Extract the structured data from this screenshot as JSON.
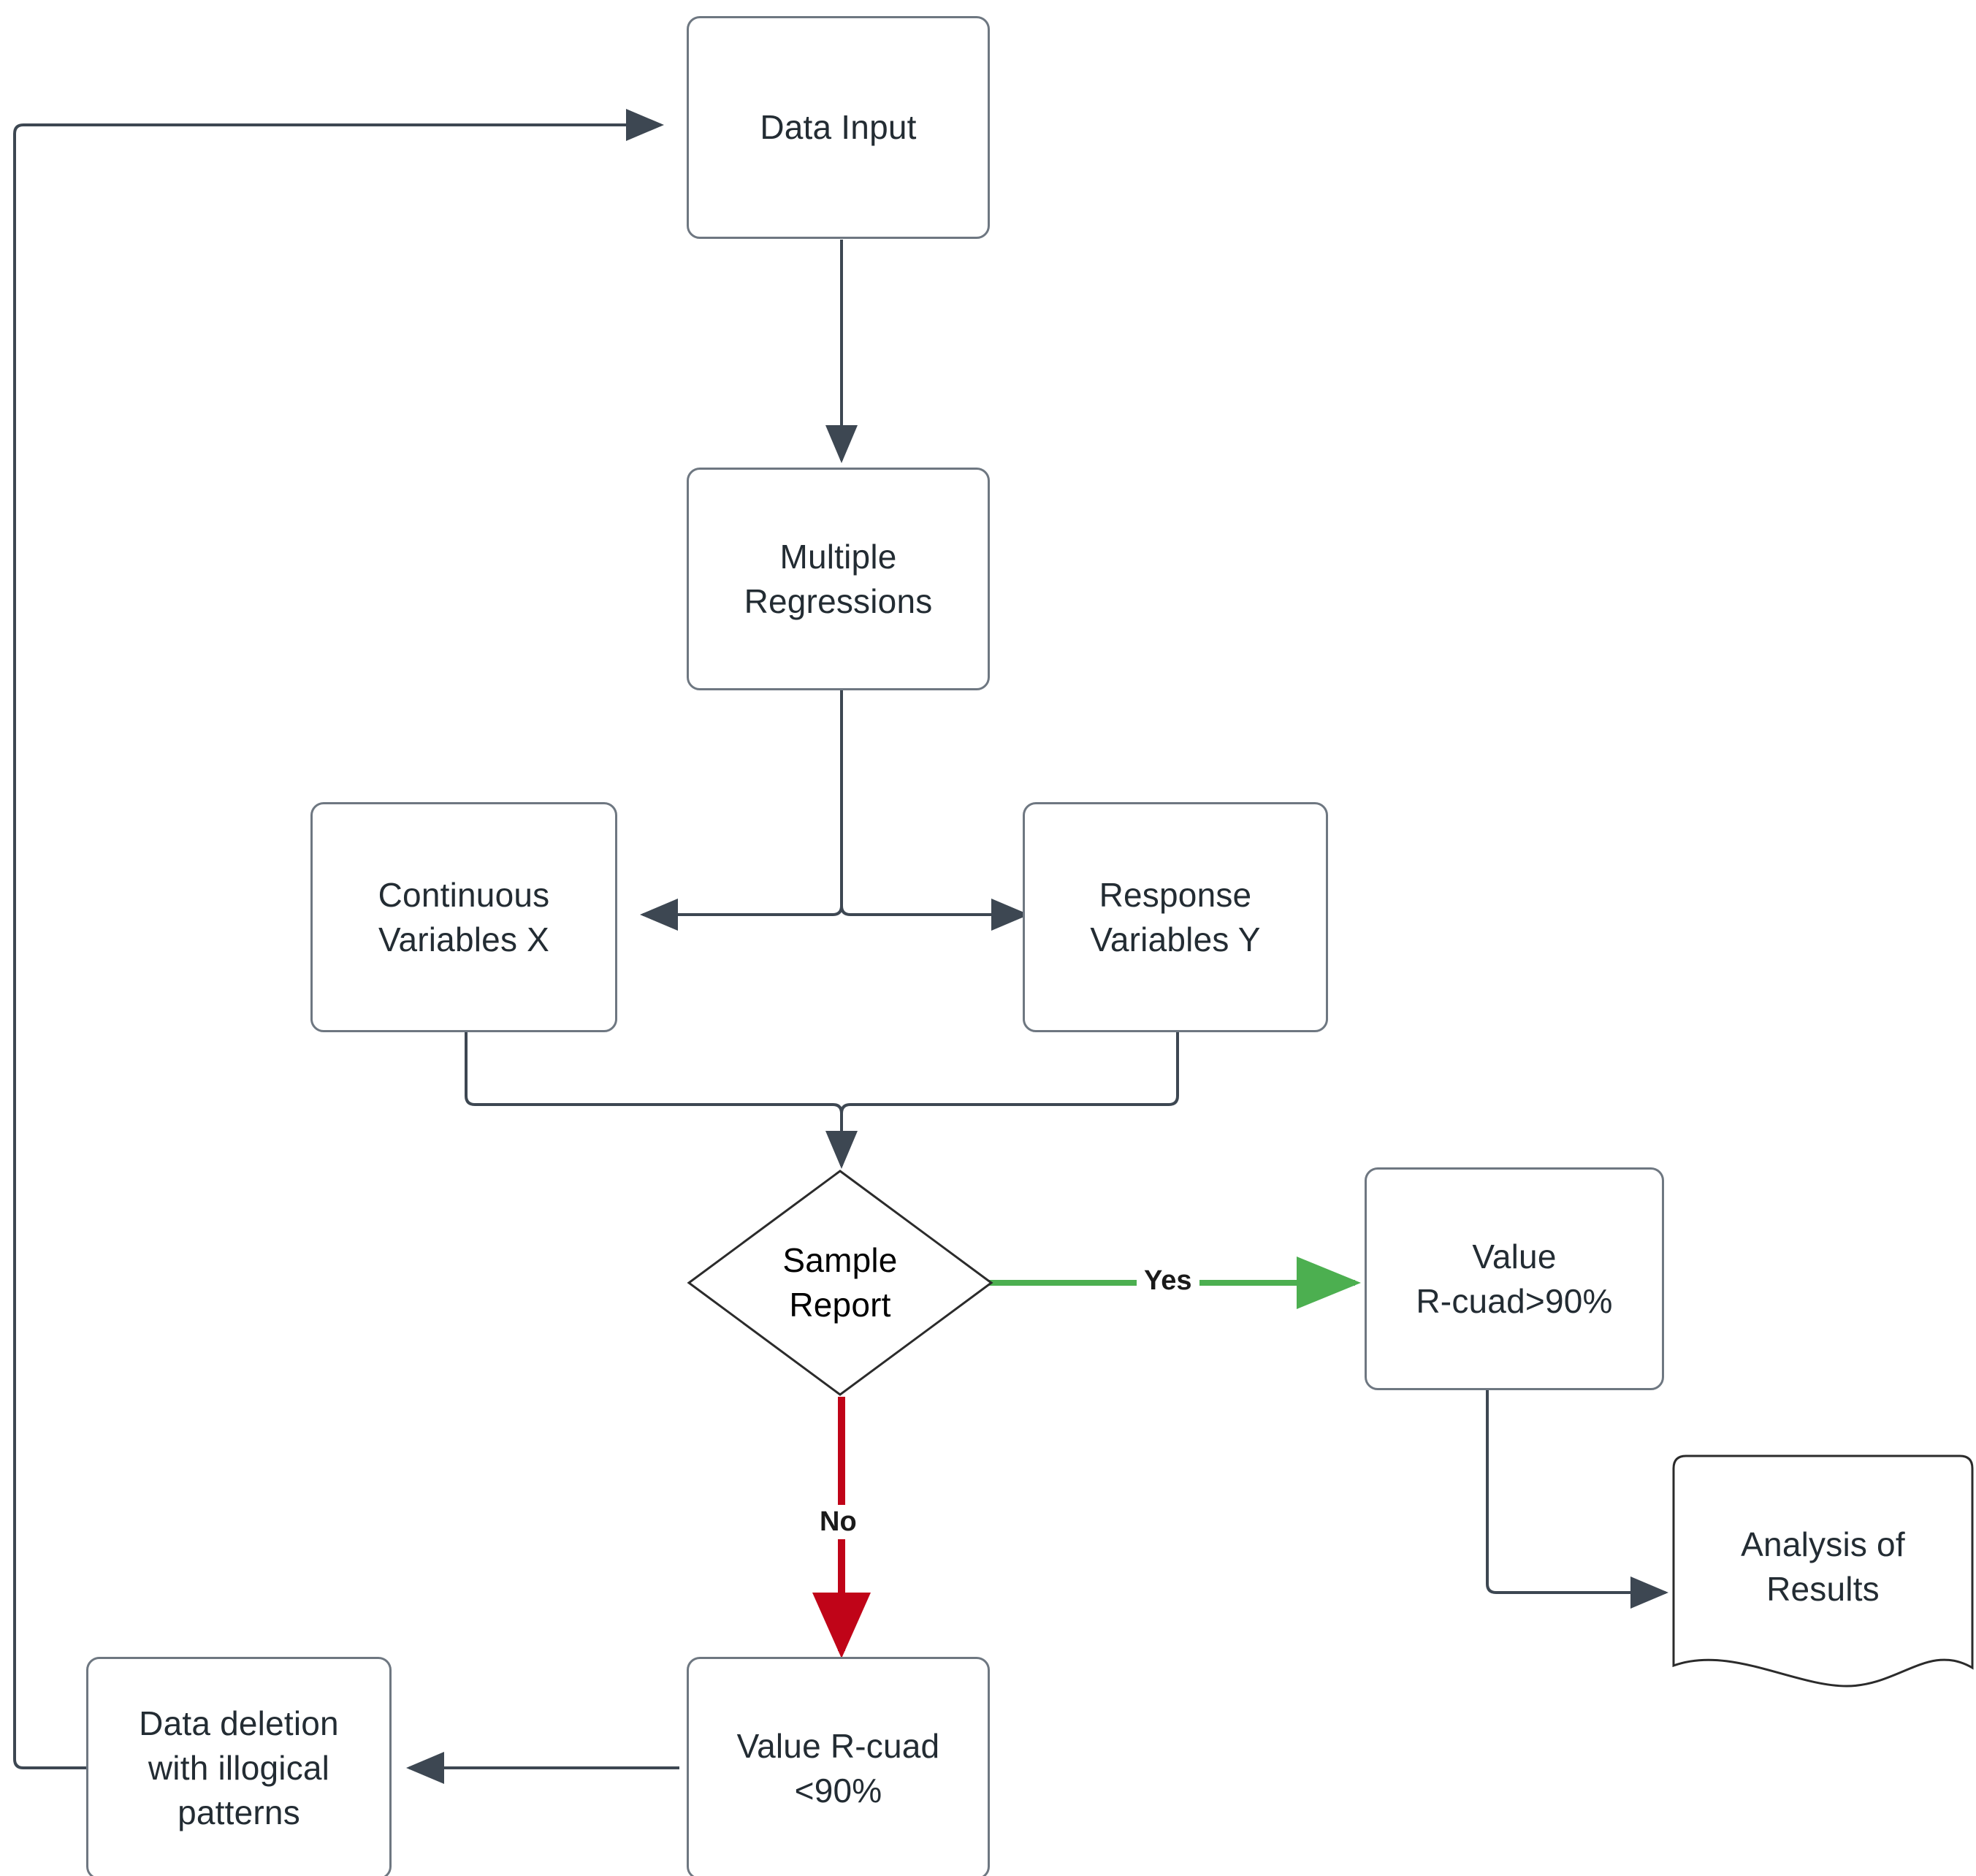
{
  "diagram": {
    "type": "flowchart",
    "title": "",
    "colors": {
      "node_stroke": "#6e7781",
      "node_fill": "#ffffff",
      "text": "#232c33",
      "edge_default": "#3d4752",
      "edge_yes": "#4caf50",
      "edge_no": "#c00418"
    },
    "nodes": [
      {
        "id": "data-input",
        "label": "Data Input",
        "shape": "rounded-rect"
      },
      {
        "id": "multiple-regressions",
        "label": "Multiple\nRegressions",
        "shape": "rounded-rect"
      },
      {
        "id": "continuous-variables-x",
        "label": "Continuous\nVariables X",
        "shape": "rounded-rect"
      },
      {
        "id": "response-variables-y",
        "label": "Response\nVariables Y",
        "shape": "rounded-rect"
      },
      {
        "id": "sample-report",
        "label": "Sample\nReport",
        "shape": "diamond"
      },
      {
        "id": "value-r-cuad-high",
        "label": "Value\nR-cuad>90%",
        "shape": "rounded-rect"
      },
      {
        "id": "analysis-of-results",
        "label": "Analysis of\nResults",
        "shape": "document"
      },
      {
        "id": "value-r-cuad-low",
        "label": "Value R-cuad\n<90%",
        "shape": "rounded-rect"
      },
      {
        "id": "data-deletion",
        "label": "Data deletion\nwith illogical\npatterns",
        "shape": "rounded-rect"
      }
    ],
    "edges": [
      {
        "id": "e-input-regressions",
        "from": "data-input",
        "to": "multiple-regressions",
        "label": "",
        "color": "#3d4752"
      },
      {
        "id": "e-regressions-x",
        "from": "multiple-regressions",
        "to": "continuous-variables-x",
        "label": "",
        "color": "#3d4752"
      },
      {
        "id": "e-regressions-y",
        "from": "multiple-regressions",
        "to": "response-variables-y",
        "label": "",
        "color": "#3d4752"
      },
      {
        "id": "e-x-report",
        "from": "continuous-variables-x",
        "to": "sample-report",
        "label": "",
        "color": "#3d4752"
      },
      {
        "id": "e-y-report",
        "from": "response-variables-y",
        "to": "sample-report",
        "label": "",
        "color": "#3d4752"
      },
      {
        "id": "e-report-yes",
        "from": "sample-report",
        "to": "value-r-cuad-high",
        "label": "Yes",
        "color": "#4caf50"
      },
      {
        "id": "e-report-no",
        "from": "sample-report",
        "to": "value-r-cuad-low",
        "label": "No",
        "color": "#c00418"
      },
      {
        "id": "e-high-analysis",
        "from": "value-r-cuad-high",
        "to": "analysis-of-results",
        "label": "",
        "color": "#3d4752"
      },
      {
        "id": "e-low-deletion",
        "from": "value-r-cuad-low",
        "to": "data-deletion",
        "label": "",
        "color": "#3d4752"
      },
      {
        "id": "e-deletion-input",
        "from": "data-deletion",
        "to": "data-input",
        "label": "",
        "color": "#3d4752"
      }
    ],
    "edge_labels": {
      "yes": "Yes",
      "no": "No"
    }
  }
}
